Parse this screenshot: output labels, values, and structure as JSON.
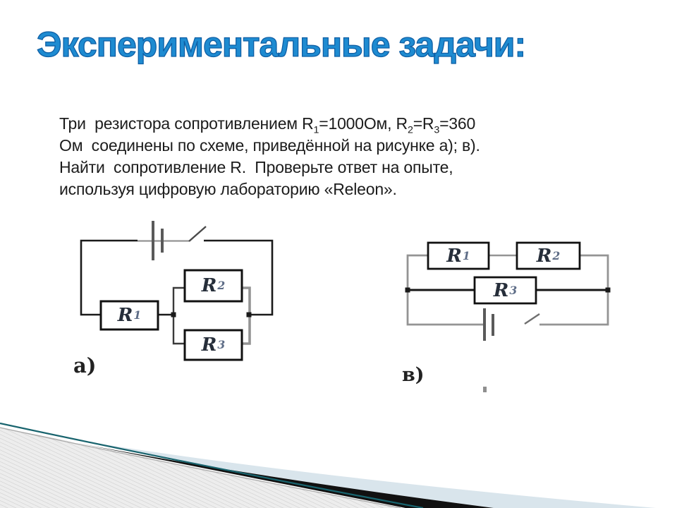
{
  "slide": {
    "title": "Экспериментальные задачи:",
    "body": {
      "line1": {
        "t1": "Три  резистора сопротивлением R",
        "s1": "1",
        "t2": "=1000Ом, R",
        "s2": "2",
        "t3": "=R",
        "s3": "3",
        "t4": "=360"
      },
      "line2": "Ом  соединены по схеме, приведённой на рисунке а); в).",
      "line3": "Найти  сопротивление R.  Проверьте ответ на опыте,",
      "line4": "используя цифровую лабораторию «Releon»."
    }
  },
  "circuits": {
    "a": {
      "label": "а)",
      "r1": {
        "base": "R",
        "sub": "1"
      },
      "r2": {
        "base": "R",
        "sub": "2"
      },
      "r3": {
        "base": "R",
        "sub": "3"
      }
    },
    "v": {
      "label": "в)",
      "r1": {
        "base": "R",
        "sub": "1"
      },
      "r2": {
        "base": "R",
        "sub": "2"
      },
      "r3": {
        "base": "R",
        "sub": "3"
      }
    }
  },
  "colors": {
    "title_blue": "#1e8bd1",
    "title_outline": "#0f5fa5",
    "body_text": "#1c1c1c",
    "wire_black": "#1a1a1a",
    "wire_gray": "#949494",
    "battery_gray": "#5a5a5a",
    "label_dark": "#262e3a",
    "stripe_teal": "#19646e",
    "stripe_black": "#111111",
    "stripe_pale_blue": "#d9e5ec",
    "hatch_base": "#ededed",
    "hatch_line": "#cfcfcf"
  }
}
